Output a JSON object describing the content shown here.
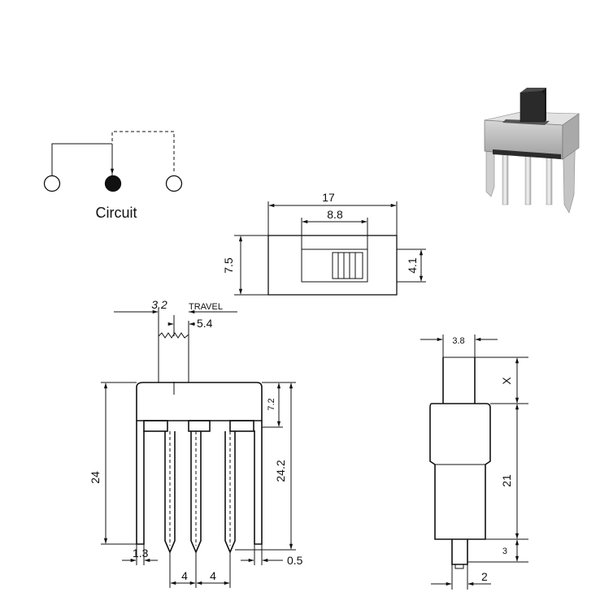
{
  "circuit": {
    "label": "Circuit"
  },
  "top_view": {
    "width": "17",
    "slot_width": "8.8",
    "height": "7.5",
    "slot_height": "4.1"
  },
  "front_view": {
    "actuator_width": "3.2",
    "travel_label": "TRAVEL",
    "travel": "5.4",
    "overall_height": "24",
    "body_height": "7.2",
    "pin_height": "24.2",
    "pin_offset": "1.3",
    "pin_thickness": "0.5",
    "pitch_left": "4",
    "pitch_right": "4"
  },
  "side_view": {
    "actuator_width": "3.8",
    "actuator_height": "X",
    "body_height": "21",
    "pin_length": "3",
    "pin_width": "2"
  },
  "colors": {
    "line": "#111111",
    "body_gray": "#b9b9b9",
    "actuator": "#2a2a2a"
  }
}
